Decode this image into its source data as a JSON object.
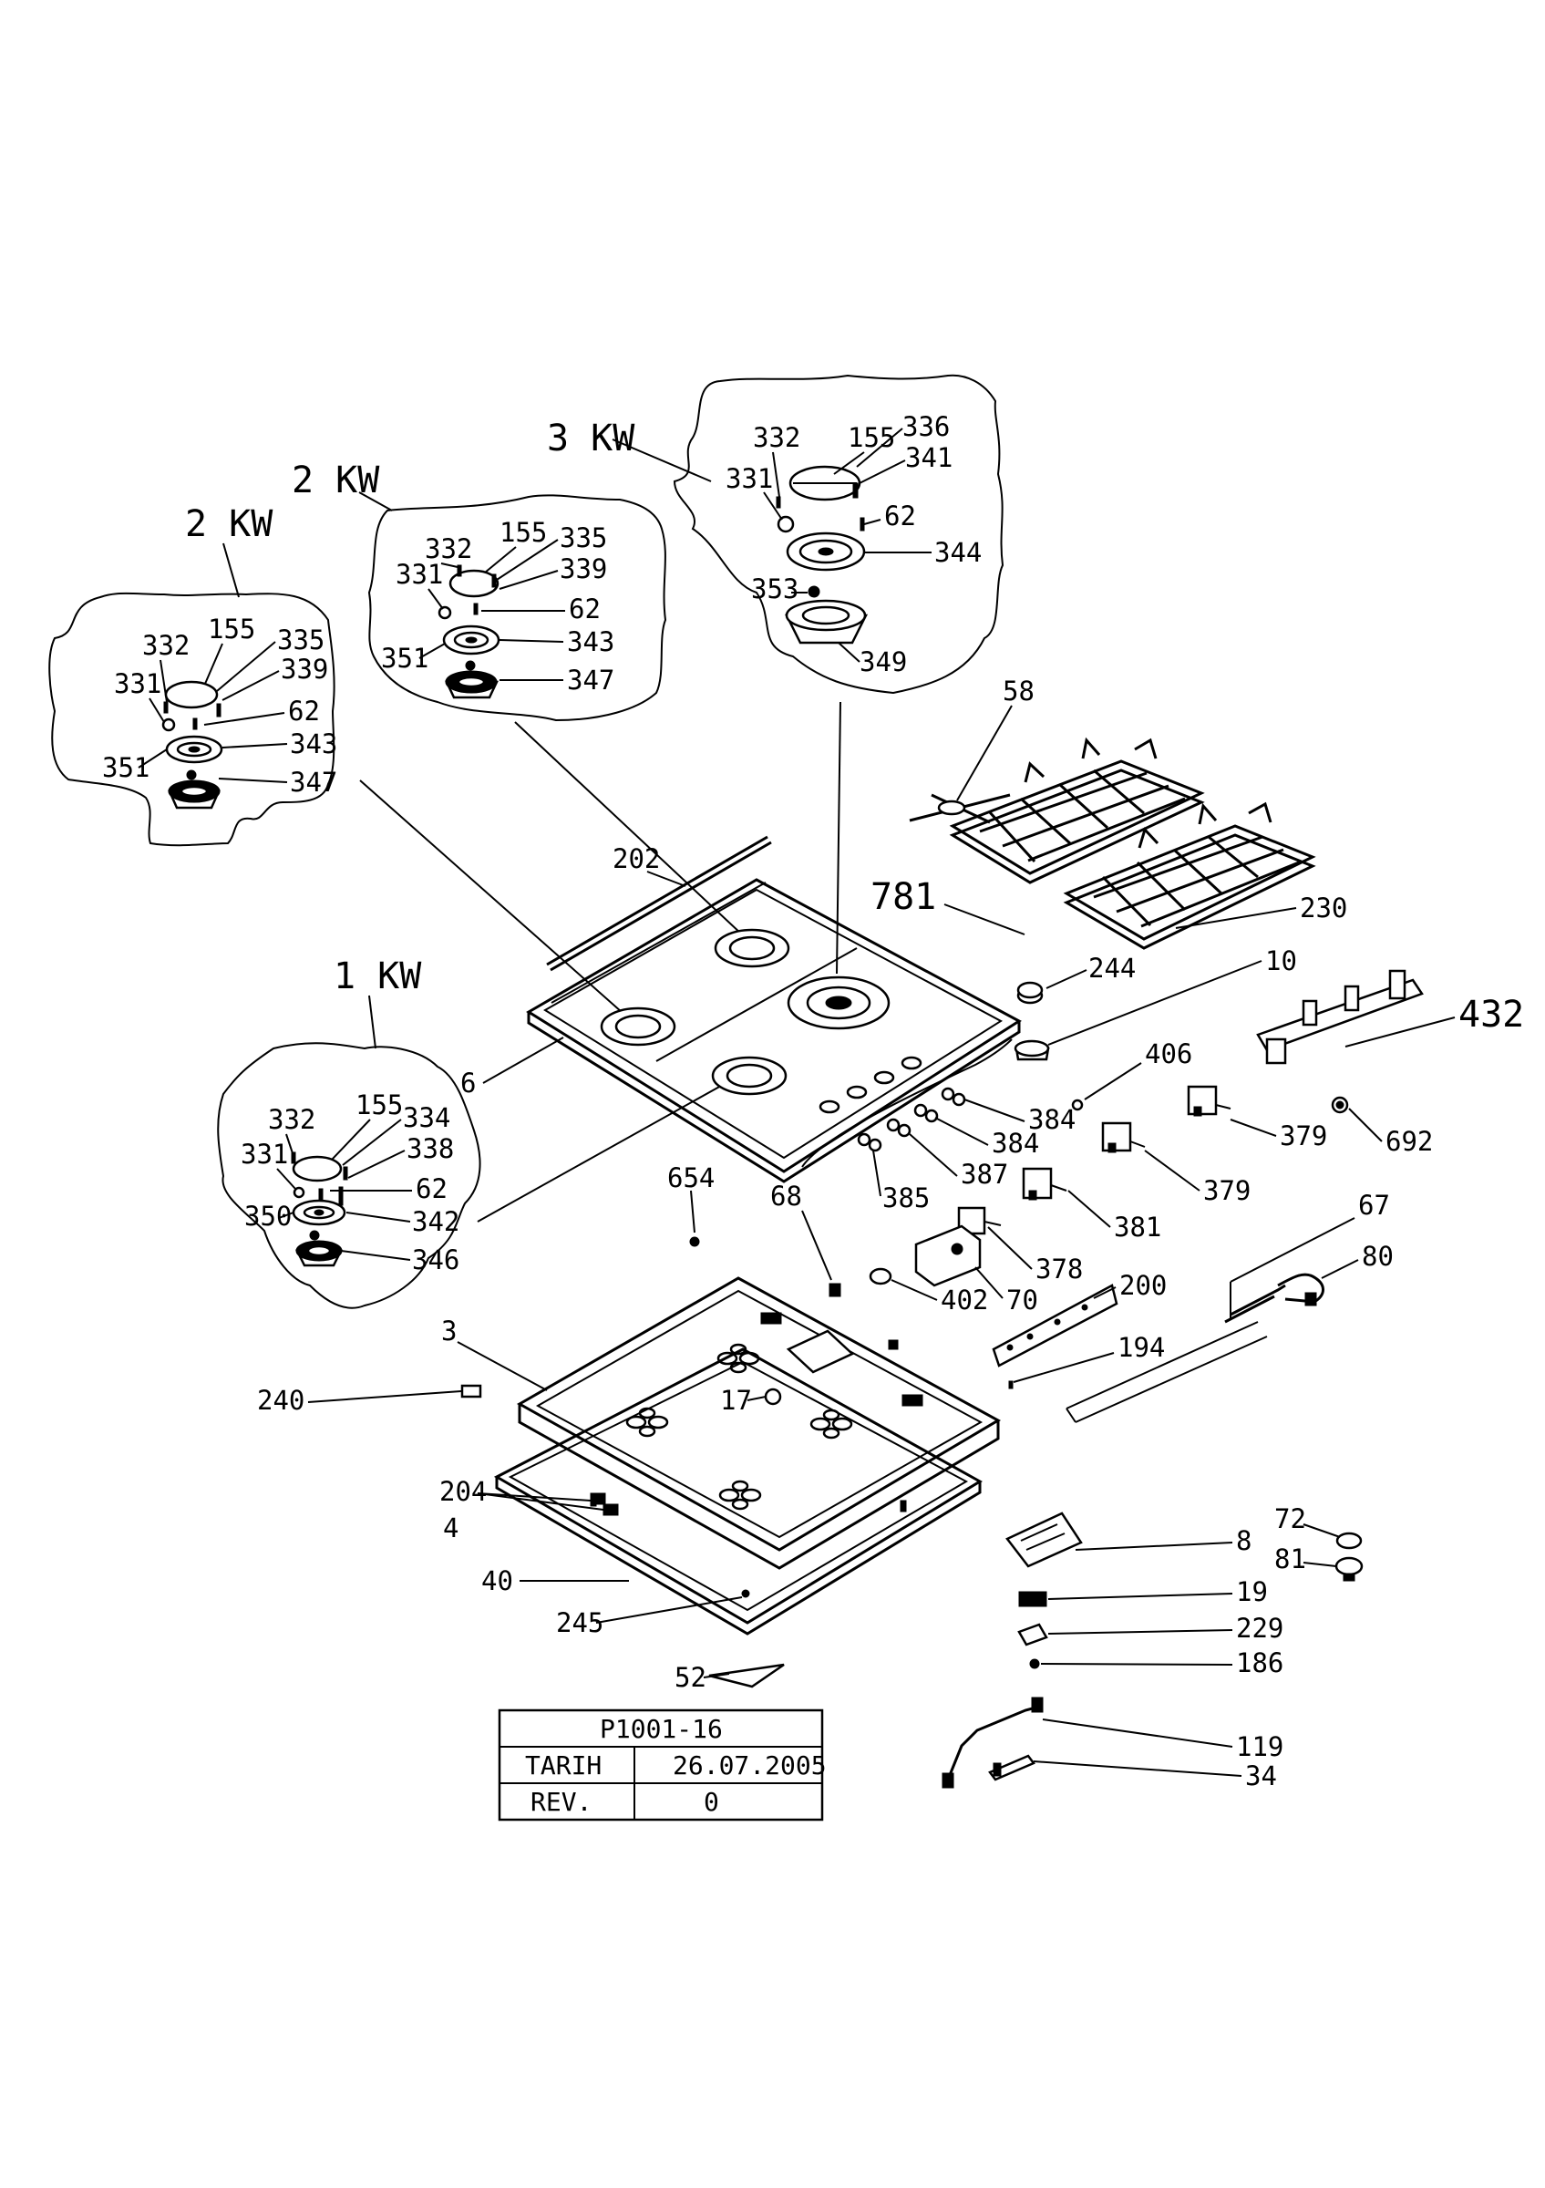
{
  "drawing": {
    "title_block": {
      "code": "P1001-16",
      "rows": [
        {
          "label": "TARIH",
          "value": "26.07.2005"
        },
        {
          "label": "REV.",
          "value": "0"
        }
      ]
    },
    "burner_details": [
      {
        "title": "3 KW",
        "labels": [
          "332",
          "155",
          "336",
          "341",
          "331",
          "62",
          "344",
          "353",
          "349"
        ]
      },
      {
        "title": "2 KW",
        "labels": [
          "332",
          "155",
          "335",
          "339",
          "331",
          "62",
          "351",
          "343",
          "347"
        ]
      },
      {
        "title": "2 KW",
        "labels": [
          "332",
          "155",
          "335",
          "339",
          "331",
          "62",
          "351",
          "343",
          "347"
        ]
      },
      {
        "title": "1 KW",
        "labels": [
          "332",
          "155",
          "334",
          "338",
          "331",
          "62",
          "350",
          "342",
          "346"
        ]
      }
    ],
    "part_labels": [
      "58",
      "781",
      "230",
      "202",
      "244",
      "10",
      "432",
      "6",
      "406",
      "384",
      "384",
      "379",
      "692",
      "387",
      "379",
      "654",
      "68",
      "385",
      "381",
      "67",
      "378",
      "80",
      "70",
      "402",
      "200",
      "3",
      "194",
      "240",
      "17",
      "204",
      "4",
      "72",
      "8",
      "81",
      "40",
      "19",
      "245",
      "229",
      "186",
      "52",
      "119",
      "34"
    ]
  }
}
